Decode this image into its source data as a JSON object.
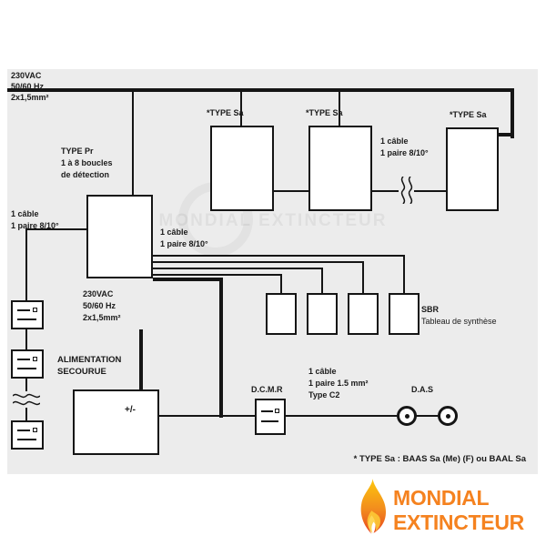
{
  "colors": {
    "accent": "#F5821F",
    "diagram_bg": "#ececec",
    "line": "#151515"
  },
  "diagram": {
    "power_top": {
      "line1": "230VAC",
      "line2": "50/60 Hz",
      "line3": "2x1,5mm²"
    },
    "type_sa_label": "*TYPE Sa",
    "type_pr": {
      "line1": "TYPE Pr",
      "line2": "1 à 8 boucles",
      "line3": "de détection"
    },
    "cable_left": {
      "line1": "1 câble",
      "line2": "1 paire 8/10°"
    },
    "cable_mid": {
      "line1": "1 câble",
      "line2": "1 paire 8/10°"
    },
    "cable_sa": {
      "line1": "1 câble",
      "line2": "1 paire 8/10°"
    },
    "power_mid": {
      "line1": "230VAC",
      "line2": "50/60 Hz",
      "line3": "2x1,5mm²"
    },
    "alim": {
      "line1": "ALIMENTATION",
      "line2": "SECOURUE",
      "polarity": "+/-"
    },
    "dcmr_label": "D.C.M.R",
    "cable_dcmr": {
      "line1": "1 câble",
      "line2": "1 paire 1.5 mm²",
      "line3": "Type C2"
    },
    "das_label": "D.A.S",
    "sbr": {
      "line1": "SBR",
      "line2": "Tableau de synthèse"
    },
    "footnote": "* TYPE Sa : BAAS Sa (Me) (F) ou BAAL Sa"
  },
  "brand": {
    "line1": "MONDIAL",
    "line2": "EXTINCTEUR"
  },
  "watermark": "MONDIAL EXTINCTEUR"
}
